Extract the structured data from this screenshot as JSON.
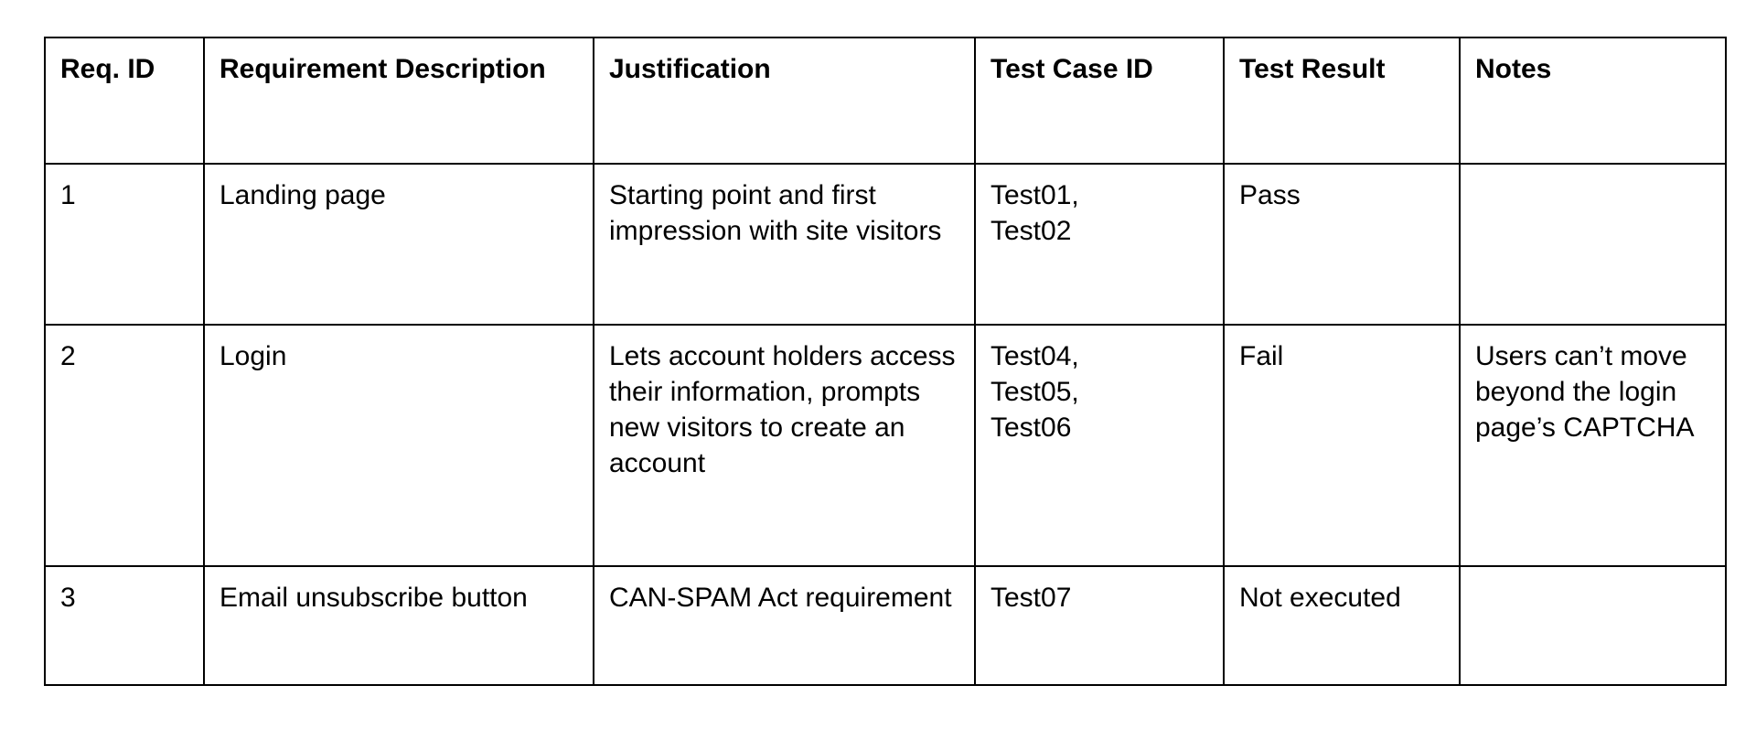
{
  "table": {
    "name": "requirements-traceability-matrix",
    "columns": [
      {
        "key": "req_id",
        "label": "Req. ID"
      },
      {
        "key": "description",
        "label": "Requirement Description"
      },
      {
        "key": "justification",
        "label": "Justification"
      },
      {
        "key": "test_case_id",
        "label": "Test Case ID"
      },
      {
        "key": "test_result",
        "label": "Test Result"
      },
      {
        "key": "notes",
        "label": "Notes"
      }
    ],
    "rows": [
      {
        "req_id": "1",
        "description": "Landing page",
        "justification": "Starting point and first impression with site visitors",
        "test_case_id": "Test01,\nTest02",
        "test_result": "Pass",
        "notes": ""
      },
      {
        "req_id": "2",
        "description": "Login",
        "justification": "Lets account holders access their information, prompts new visitors to create an account",
        "test_case_id": "Test04,\nTest05,\nTest06",
        "test_result": "Fail",
        "notes": "Users can’t move beyond the login page’s CAPTCHA"
      },
      {
        "req_id": "3",
        "description": "Email unsubscribe button",
        "justification": "CAN-SPAM Act requirement",
        "test_case_id": "Test07",
        "test_result": "Not executed",
        "notes": ""
      }
    ]
  },
  "colors": {
    "border": "#000000",
    "text": "#000000",
    "background": "#ffffff"
  }
}
